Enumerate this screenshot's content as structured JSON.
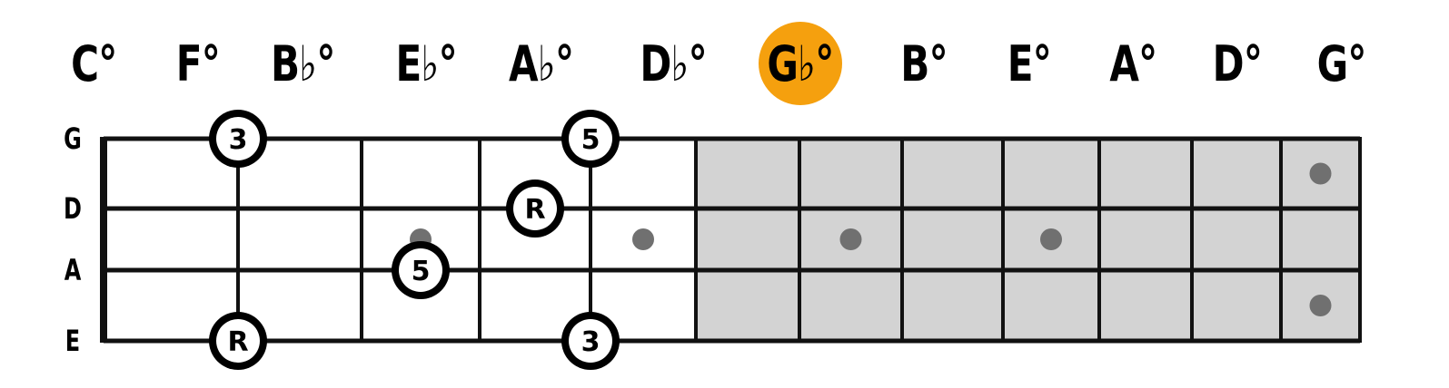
{
  "keys": [
    {
      "label": "C°",
      "highlight": false
    },
    {
      "label": "F°",
      "highlight": false
    },
    {
      "label": "B♭°",
      "highlight": false
    },
    {
      "label": "E♭°",
      "highlight": false
    },
    {
      "label": "A♭°",
      "highlight": false
    },
    {
      "label": "D♭°",
      "highlight": false
    },
    {
      "label": "G♭°",
      "highlight": true
    },
    {
      "label": "B°",
      "highlight": false
    },
    {
      "label": "E°",
      "highlight": false
    },
    {
      "label": "A°",
      "highlight": false
    },
    {
      "label": "D°",
      "highlight": false
    },
    {
      "label": "G°",
      "highlight": false
    }
  ],
  "strings": [
    "G",
    "D",
    "A",
    "E"
  ],
  "colors": {
    "highlight": "#f5a00e",
    "shaded": "#d3d3d3",
    "line": "#111111",
    "marker": "#707070"
  },
  "fretboard": {
    "fret_count": 12,
    "shaded_from_fret": 6
  },
  "notes": [
    {
      "label": "3",
      "string": "G",
      "fret_line": 2
    },
    {
      "label": "5",
      "string": "G",
      "fret_line": 5
    },
    {
      "label": "R",
      "string": "D",
      "fret": 4
    },
    {
      "label": "5",
      "string": "A",
      "fret": 3
    },
    {
      "label": "R",
      "string": "E",
      "fret_line": 2
    },
    {
      "label": "3",
      "string": "E",
      "fret_line": 5
    }
  ],
  "fret_markers": [
    {
      "fret": 3,
      "between": "D-A"
    },
    {
      "fret": 5,
      "between": "D-A"
    },
    {
      "fret": 7,
      "between": "D-A"
    },
    {
      "fret": 9,
      "between": "D-A"
    },
    {
      "fret": 12,
      "between": "G-D"
    },
    {
      "fret": 12,
      "between": "A-E"
    }
  ]
}
